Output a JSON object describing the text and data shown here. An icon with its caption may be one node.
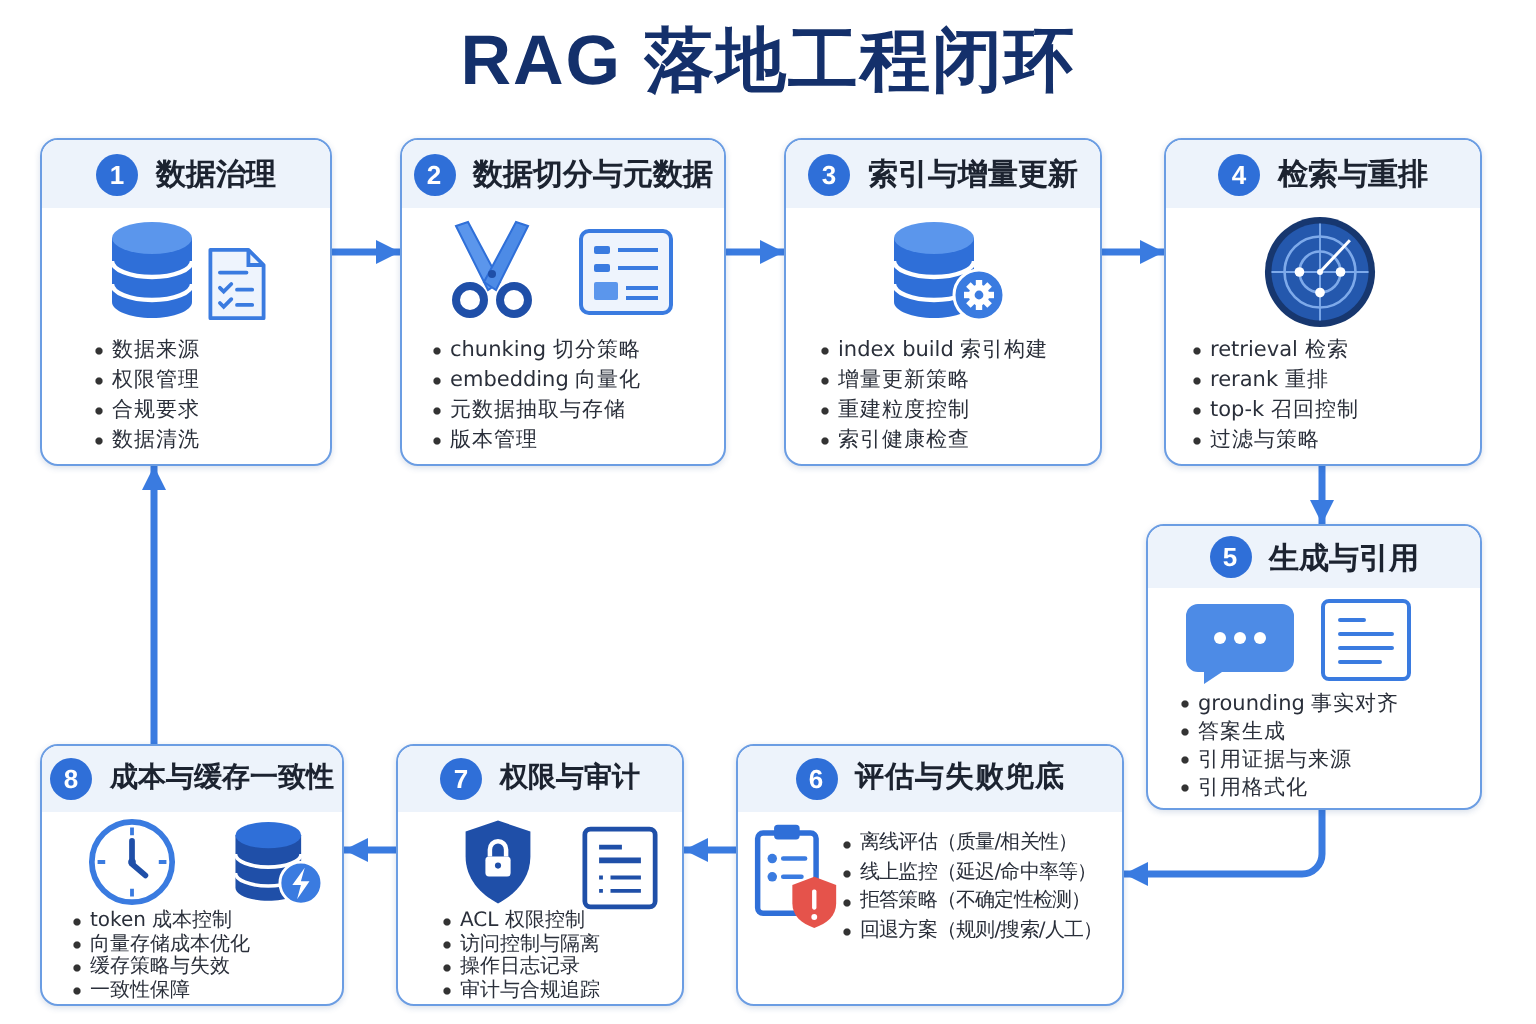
{
  "diagram": {
    "title": "RAG 落地工程闭环",
    "nodes": [
      {
        "text": [
          "1",
          "数据治理",
          "数据来源",
          "权限管理",
          "合规要求",
          "数据清洗"
        ]
      },
      {
        "text": [
          "2",
          "数据切分与元数据",
          "chunking 切分策略",
          "embedding 向量化",
          "元数据抽取与存储",
          "版本管理"
        ]
      },
      {
        "text": [
          "3",
          "索引与增量更新",
          "index build 索引构建",
          "增量更新策略",
          "重建粒度控制",
          "索引健康检查"
        ]
      },
      {
        "text": [
          "4",
          "检索与重排",
          "retrieval 检索",
          "rerank 重排",
          "top-k 召回控制",
          "过滤与策略"
        ]
      },
      {
        "text": [
          "5",
          "生成与引用",
          "grounding 事实对齐",
          "答案生成",
          "引用证据与来源",
          "引用格式化"
        ]
      },
      {
        "text": [
          "6",
          "评估与失败兜底",
          "离线评估（质量/相关性）",
          "线上监控（延迟/命中率等）",
          "拒答策略（不确定性检测）",
          "回退方案（规则/搜索/人工）"
        ]
      },
      {
        "text": [
          "7",
          "权限与审计",
          "ACL 权限控制",
          "访问控制与隔离",
          "操作日志记录",
          "审计与合规追踪"
        ]
      },
      {
        "text": [
          "8",
          "成本与缓存一致性",
          "token 成本控制",
          "向量存储成本优化",
          "缓存策略与失效",
          "一致性保障"
        ]
      }
    ],
    "edges": [
      {
        "from": 0,
        "to": 1,
        "arrow": "to"
      },
      {
        "from": 1,
        "to": 2,
        "arrow": "to"
      },
      {
        "from": 2,
        "to": 3,
        "arrow": "to"
      },
      {
        "from": 3,
        "to": 4,
        "arrow": "to"
      },
      {
        "from": 4,
        "to": 5,
        "arrow": "to"
      },
      {
        "from": 5,
        "to": 6,
        "arrow": "to"
      },
      {
        "from": 6,
        "to": 7,
        "arrow": "to"
      },
      {
        "from": 7,
        "to": 0,
        "arrow": "to"
      }
    ]
  }
}
